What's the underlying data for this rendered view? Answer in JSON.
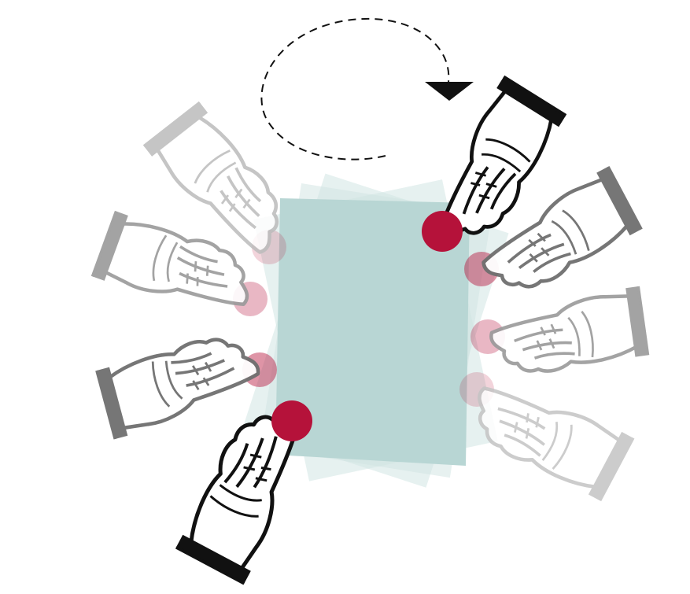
{
  "colors": {
    "sheet": "#b8d6d4",
    "sheet_ghost": "#d2e6e4",
    "touch_dot": "#b5123a",
    "ink_dark": "#111111",
    "ink_mid": "#7a7a7a",
    "ink_light": "#b8b8b8",
    "arrow": "#111111"
  },
  "icons": {
    "rotation_arrow": "dashed-curved-arrow-clockwise",
    "hand": "pointing-hand"
  },
  "hands": [
    {
      "name": "hand-top-right-active",
      "state": "active"
    },
    {
      "name": "hand-bottom-left-active",
      "state": "active"
    },
    {
      "name": "hand-top-left-ghost",
      "state": "ghost"
    },
    {
      "name": "hand-left-upper-ghost",
      "state": "ghost"
    },
    {
      "name": "hand-left-lower-ghost",
      "state": "ghost"
    },
    {
      "name": "hand-right-upper-ghost",
      "state": "ghost"
    },
    {
      "name": "hand-right-middle-ghost",
      "state": "ghost"
    },
    {
      "name": "hand-right-lower-ghost",
      "state": "ghost"
    }
  ]
}
